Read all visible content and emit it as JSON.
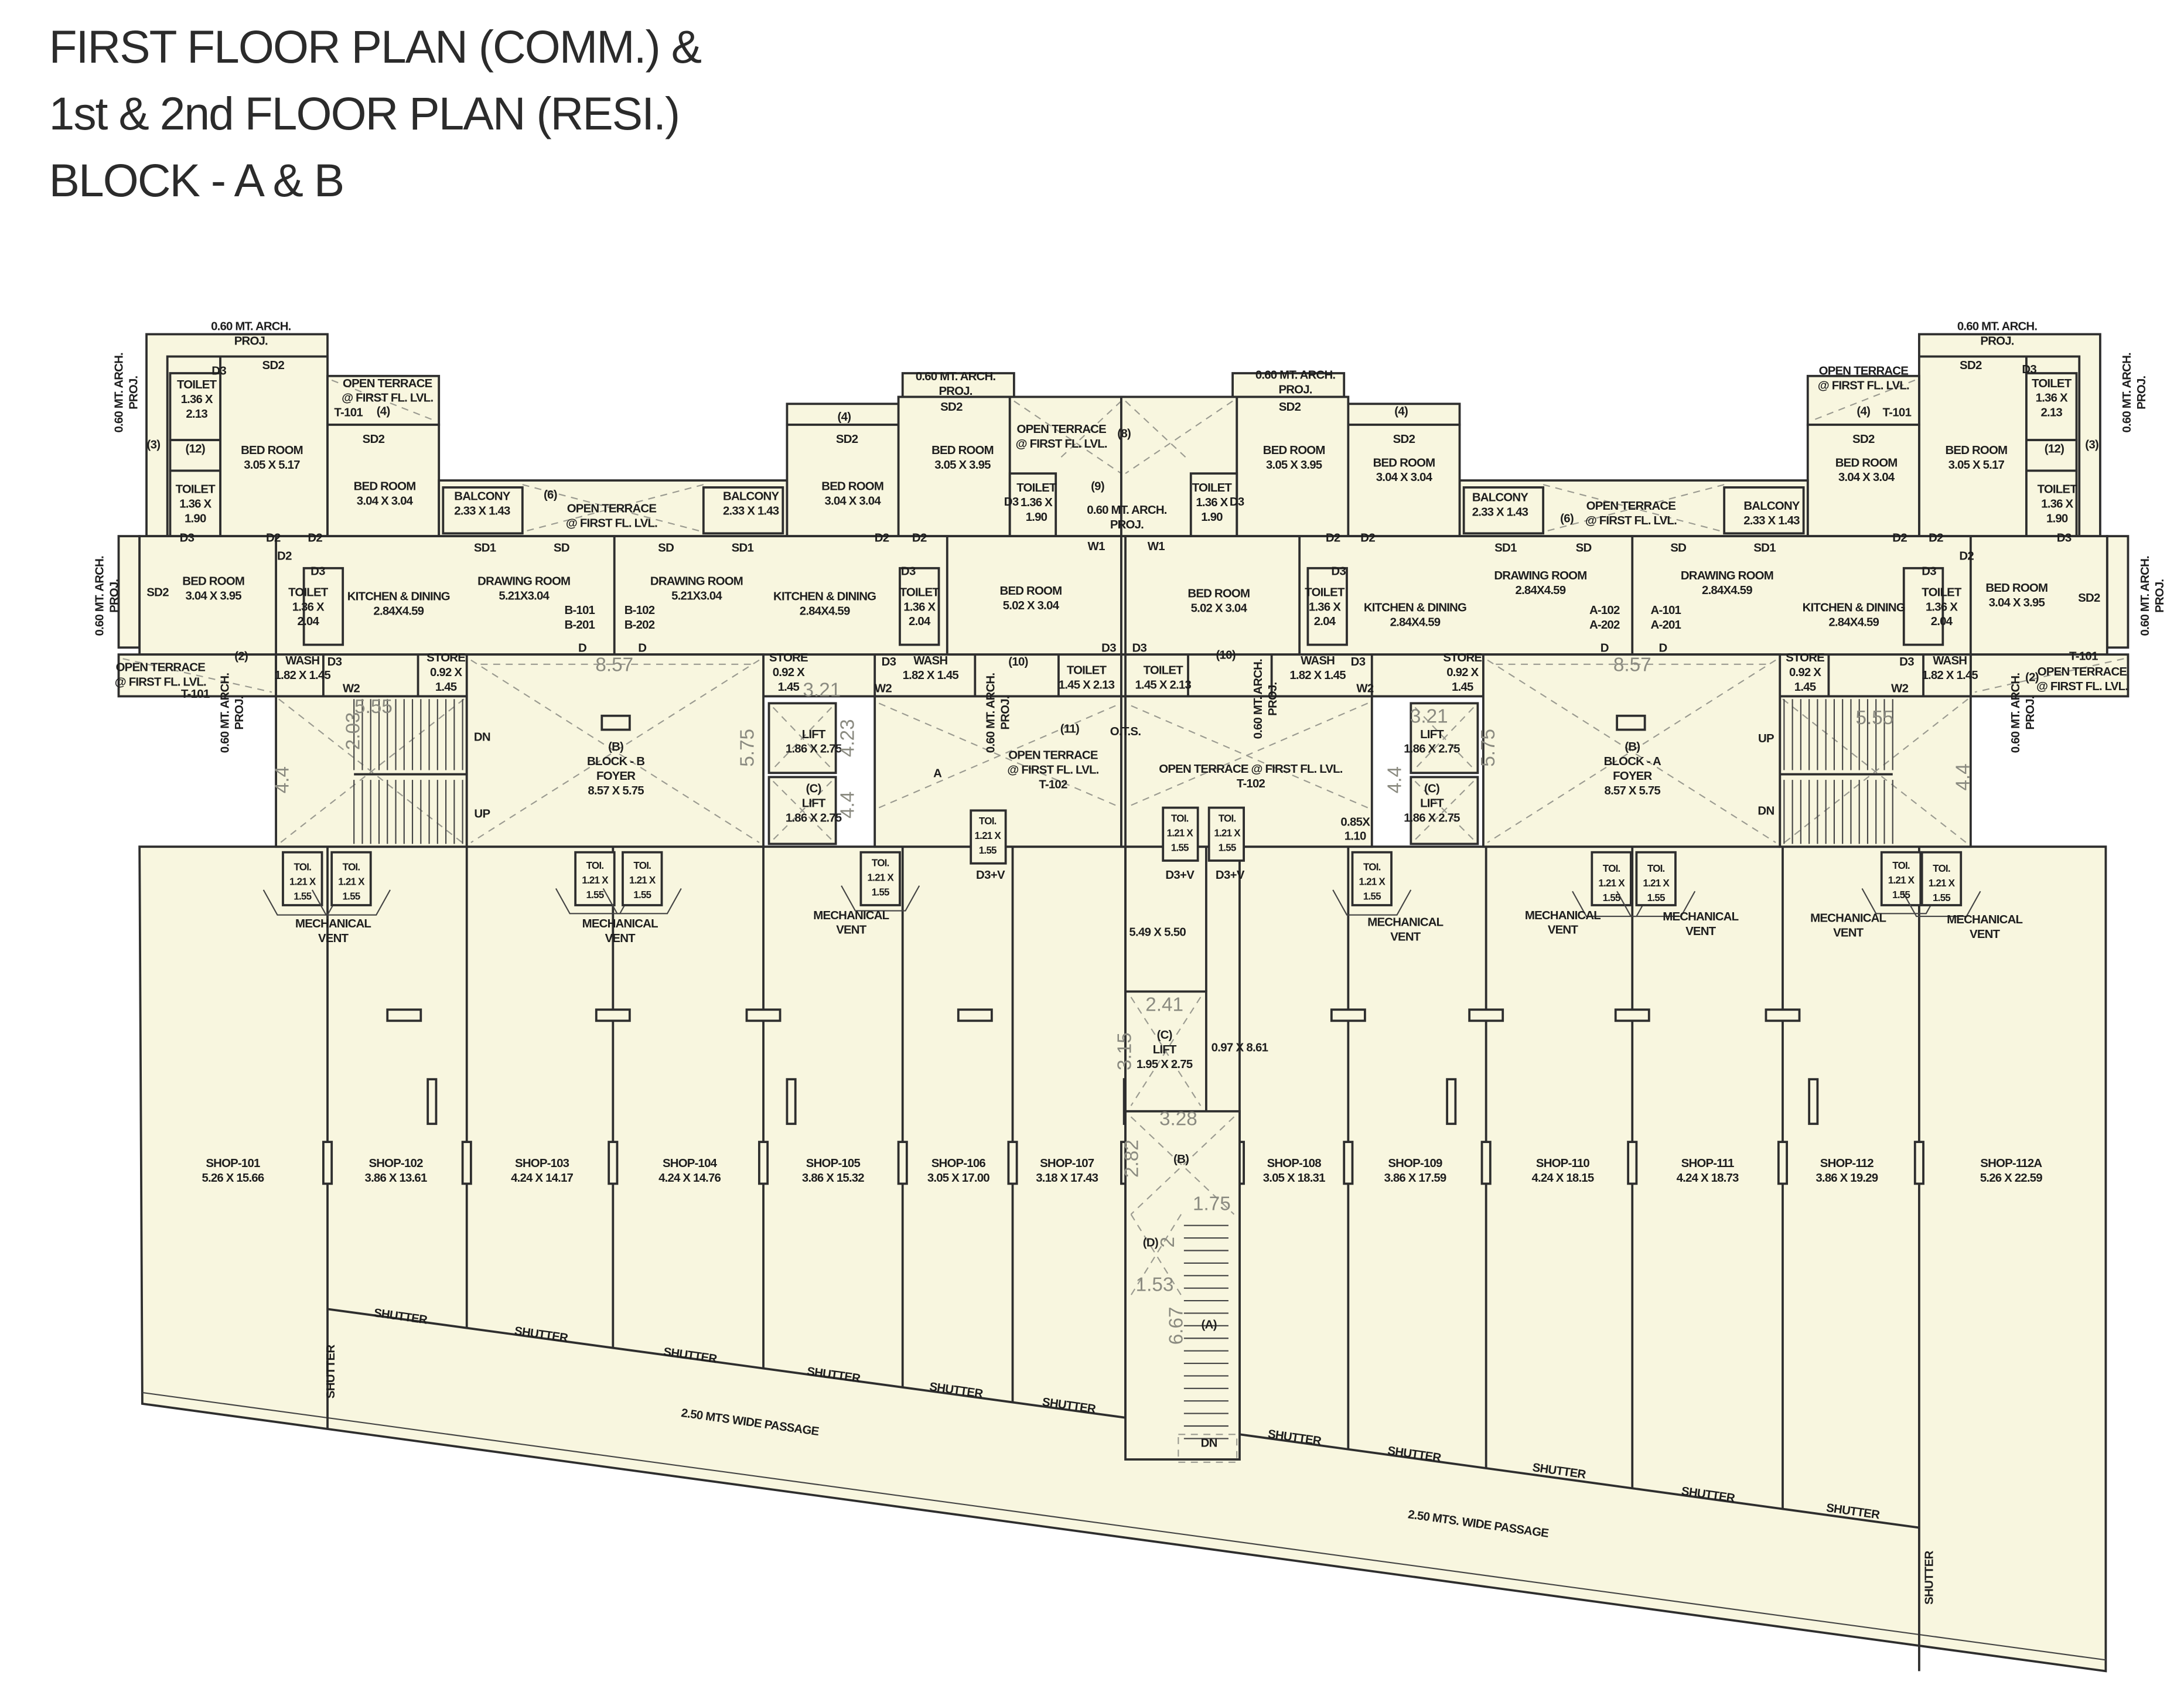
{
  "title": {
    "line1": "FIRST FLOOR PLAN (COMM.) &",
    "line2": "1st & 2nd FLOOR PLAN (RESI.)",
    "line3": "BLOCK - A & B"
  },
  "colors": {
    "plan_fill": "#f8f6df",
    "wall": "#2e2e2e",
    "dimension": "#8a8a80"
  },
  "block_b": {
    "arch_top": {
      "lines": [
        "0.60 MT. ARCH.",
        "PROJ."
      ]
    },
    "arch_left": {
      "lines": [
        "0.60 MT. ARCH.",
        "PROJ."
      ]
    },
    "arch_left2": {
      "lines": [
        "0.60 MT. ARCH.",
        "PROJ."
      ]
    },
    "arch_bottom": {
      "lines": [
        "0.60 MT. ARCH.",
        "PROJ."
      ]
    },
    "arch_mid": {
      "lines": [
        "0.60 MT. ARCH.",
        "PROJ."
      ]
    },
    "arch_top2": {
      "lines": [
        "0.60 MT. ARCH.",
        "PROJ."
      ]
    },
    "arch_center": {
      "lines": [
        "0.60 MT. ARCH.",
        "PROJ."
      ]
    },
    "bed_room_1": {
      "lines": [
        "BED ROOM",
        "3.05 X 5.17"
      ]
    },
    "toilet_1": {
      "lines": [
        "TOILET",
        "1.36 X",
        "2.13"
      ]
    },
    "toilet_2": {
      "lines": [
        "TOILET",
        "1.36 X",
        "1.90"
      ]
    },
    "terrace_1": {
      "lines": [
        "OPEN TERRACE",
        "@ FIRST FL. LVL."
      ]
    },
    "bed_room_2": {
      "lines": [
        "BED ROOM",
        "3.04 X 3.04"
      ]
    },
    "balcony_1": {
      "lines": [
        "BALCONY",
        "2.33 X 1.43"
      ]
    },
    "terrace_2": {
      "lines": [
        "OPEN TERRACE",
        "@ FIRST FL. LVL."
      ]
    },
    "balcony_2": {
      "lines": [
        "BALCONY",
        "2.33 X 1.43"
      ]
    },
    "bed_room_3": {
      "lines": [
        "BED ROOM",
        "3.04 X 3.04"
      ]
    },
    "bed_room_4": {
      "lines": [
        "BED ROOM",
        "3.05 X 3.95"
      ]
    },
    "terrace_3": {
      "lines": [
        "OPEN TERRACE",
        "@ FIRST FL. LVL."
      ]
    },
    "toilet_3": {
      "lines": [
        "TOILET",
        "1.36 X",
        "1.90"
      ]
    },
    "bed_room_5": {
      "lines": [
        "BED ROOM",
        "3.04 X 3.95"
      ]
    },
    "toilet_4": {
      "lines": [
        "TOILET",
        "1.36 X",
        "2.04"
      ]
    },
    "kitchen_1": {
      "lines": [
        "KITCHEN & DINING",
        "2.84X4.59"
      ]
    },
    "drawing_1": {
      "lines": [
        "DRAWING ROOM",
        "5.21X3.04"
      ]
    },
    "unit_1": {
      "lines": [
        "B-101",
        "B-201"
      ]
    },
    "unit_2": {
      "lines": [
        "B-102",
        "B-202"
      ]
    },
    "drawing_2": {
      "lines": [
        "DRAWING ROOM",
        "5.21X3.04"
      ]
    },
    "kitchen_2": {
      "lines": [
        "KITCHEN & DINING",
        "2.84X4.59"
      ]
    },
    "toilet_5": {
      "lines": [
        "TOILET",
        "1.36 X",
        "2.04"
      ]
    },
    "bed_room_6": {
      "lines": [
        "BED ROOM",
        "5.02 X 3.04"
      ]
    },
    "terrace_4": {
      "lines": [
        "OPEN TERRACE",
        "@ FIRST FL. LVL."
      ]
    },
    "wash_1": {
      "lines": [
        "WASH",
        "1.82 X 1.45"
      ]
    },
    "store_1": {
      "lines": [
        "STORE",
        "0.92 X",
        "1.45"
      ]
    },
    "store_2": {
      "lines": [
        "STORE",
        "0.92 X",
        "1.45"
      ]
    },
    "wash_2": {
      "lines": [
        "WASH",
        "1.82 X 1.45"
      ]
    },
    "toilet_6": {
      "lines": [
        "TOILET",
        "1.45 X 2.13"
      ]
    },
    "foyer": {
      "lines": [
        "(B)",
        "BLOCK - B",
        "FOYER",
        "8.57 X 5.75"
      ]
    },
    "lift_1": {
      "lines": [
        "LIFT",
        "1.86 X 2.75"
      ]
    },
    "lift_2": {
      "lines": [
        "(C)",
        "LIFT",
        "1.86 X 2.75"
      ]
    },
    "terrace_5": {
      "lines": [
        "OPEN TERRACE",
        "@ FIRST FL. LVL.",
        "T-102"
      ]
    },
    "tags": [
      "SD2",
      "D3",
      "(3)",
      "(12)",
      "T-101",
      "(4)",
      "SD2",
      "(6)",
      "(4)",
      "SD2",
      "SD2",
      "(8)",
      "(9)",
      "D3",
      "D3",
      "D2",
      "D2",
      "SD1",
      "SD",
      "SD",
      "SD1",
      "D2",
      "D2",
      "W1",
      "D2",
      "SD2",
      "D3",
      "D3",
      "D",
      "D",
      "T-101",
      "(2)",
      "D3",
      "W2",
      "D3",
      "W2",
      "(10)",
      "D3",
      "DN",
      "UP",
      "(11)",
      "O.T.S.",
      "A"
    ],
    "dims": [
      "8.57",
      "5.55",
      "2.03",
      "4.4",
      "3.21",
      "5.75",
      "4.23",
      "4.4"
    ]
  },
  "block_a": {
    "arch_top": {
      "lines": [
        "0.60 MT. ARCH.",
        "PROJ."
      ]
    },
    "arch_right": {
      "lines": [
        "0.60 MT. ARCH.",
        "PROJ."
      ]
    },
    "arch_right2": {
      "lines": [
        "0.60 MT. ARCH.",
        "PROJ."
      ]
    },
    "arch_bottom": {
      "lines": [
        "0.60 MT. ARCH.",
        "PROJ."
      ]
    },
    "arch_mid": {
      "lines": [
        "0.60 MT. ARCH.",
        "PROJ."
      ]
    },
    "arch_top2": {
      "lines": [
        "0.60 MT. ARCH.",
        "PROJ."
      ]
    },
    "bed_room_1": {
      "lines": [
        "BED ROOM",
        "3.05 X 5.17"
      ]
    },
    "toilet_1": {
      "lines": [
        "TOILET",
        "1.36 X",
        "2.13"
      ]
    },
    "toilet_2": {
      "lines": [
        "TOILET",
        "1.36 X",
        "1.90"
      ]
    },
    "terrace_1": {
      "lines": [
        "OPEN TERRACE",
        "@ FIRST FL. LVL."
      ]
    },
    "bed_room_2": {
      "lines": [
        "BED ROOM",
        "3.04 X 3.04"
      ]
    },
    "balcony_1": {
      "lines": [
        "BALCONY",
        "2.33 X 1.43"
      ]
    },
    "terrace_2": {
      "lines": [
        "OPEN TERRACE",
        "@ FIRST FL. LVL."
      ]
    },
    "balcony_2": {
      "lines": [
        "BALCONY",
        "2.33 X 1.43"
      ]
    },
    "bed_room_3": {
      "lines": [
        "BED ROOM",
        "3.04 X 3.04"
      ]
    },
    "bed_room_4": {
      "lines": [
        "BED ROOM",
        "3.05 X 3.95"
      ]
    },
    "toilet_3": {
      "lines": [
        "TOILET",
        "1.36 X",
        "1.90"
      ]
    },
    "bed_room_5": {
      "lines": [
        "BED ROOM",
        "3.04 X 3.95"
      ]
    },
    "toilet_4": {
      "lines": [
        "TOILET",
        "1.36 X",
        "2.04"
      ]
    },
    "kitchen_1": {
      "lines": [
        "KITCHEN & DINING",
        "2.84X4.59"
      ]
    },
    "drawing_1": {
      "lines": [
        "DRAWING ROOM",
        "2.84X4.59"
      ]
    },
    "unit_1": {
      "lines": [
        "A-101",
        "A-201"
      ]
    },
    "unit_2": {
      "lines": [
        "A-102",
        "A-202"
      ]
    },
    "drawing_2": {
      "lines": [
        "DRAWING ROOM",
        "2.84X4.59"
      ]
    },
    "kitchen_2": {
      "lines": [
        "KITCHEN & DINING",
        "2.84X4.59"
      ]
    },
    "toilet_5": {
      "lines": [
        "TOILET",
        "1.36 X",
        "2.04"
      ]
    },
    "bed_room_6": {
      "lines": [
        "BED ROOM",
        "5.02 X 3.04"
      ]
    },
    "terrace_4": {
      "lines": [
        "OPEN TERRACE",
        "@ FIRST FL. LVL."
      ]
    },
    "wash_1": {
      "lines": [
        "WASH",
        "1.82 X 1.45"
      ]
    },
    "store_1": {
      "lines": [
        "STORE",
        "0.92 X",
        "1.45"
      ]
    },
    "store_2": {
      "lines": [
        "STORE",
        "0.92 X",
        "1.45"
      ]
    },
    "wash_2": {
      "lines": [
        "WASH",
        "1.82 X 1.45"
      ]
    },
    "toilet_6": {
      "lines": [
        "TOILET",
        "1.45 X 2.13"
      ]
    },
    "foyer": {
      "lines": [
        "(B)",
        "BLOCK - A",
        "FOYER",
        "8.57 X 5.75"
      ]
    },
    "lift_1": {
      "lines": [
        "LIFT",
        "1.86 X 2.75"
      ]
    },
    "lift_2": {
      "lines": [
        "(C)",
        "LIFT",
        "1.86 X 2.75"
      ]
    },
    "terrace_5": {
      "lines": [
        "OPEN TERRACE @ FIRST FL. LVL.",
        "T-102"
      ]
    },
    "tags": [
      "SD2",
      "D3",
      "(3)",
      "(12)",
      "(4)",
      "T-101",
      "SD2",
      "(6)",
      "(4)",
      "SD2",
      "SD2",
      "D3",
      "W1",
      "D2",
      "D2",
      "SD1",
      "SD",
      "SD",
      "SD1",
      "D2",
      "D2",
      "D3",
      "D2",
      "SD2",
      "D3",
      "D3",
      "D",
      "D",
      "D3",
      "(10)",
      "D3",
      "W2",
      "D3",
      "W2",
      "T-101",
      "(2)",
      "UP",
      "DN",
      "0.85X",
      "1.10"
    ],
    "dims": [
      "8.57",
      "3.21",
      "5.75",
      "4.4",
      "5.55",
      "4.4"
    ]
  },
  "commercial": {
    "shops": [
      {
        "lines": [
          "SHOP-101",
          "5.26 X 15.66"
        ]
      },
      {
        "lines": [
          "SHOP-102",
          "3.86 X 13.61"
        ]
      },
      {
        "lines": [
          "SHOP-103",
          "4.24 X 14.17"
        ]
      },
      {
        "lines": [
          "SHOP-104",
          "4.24 X 14.76"
        ]
      },
      {
        "lines": [
          "SHOP-105",
          "3.86 X 15.32"
        ]
      },
      {
        "lines": [
          "SHOP-106",
          "3.05 X 17.00"
        ]
      },
      {
        "lines": [
          "SHOP-107",
          "3.18 X 17.43"
        ]
      },
      {
        "lines": [
          "SHOP-108",
          "3.05 X 18.31"
        ]
      },
      {
        "lines": [
          "SHOP-109",
          "3.86 X 17.59"
        ]
      },
      {
        "lines": [
          "SHOP-110",
          "4.24 X 18.15"
        ]
      },
      {
        "lines": [
          "SHOP-111",
          "4.24 X 18.73"
        ]
      },
      {
        "lines": [
          "SHOP-112",
          "3.86 X 19.29"
        ]
      },
      {
        "lines": [
          "SHOP-112A",
          "5.26 X 22.59"
        ]
      }
    ],
    "mechanical_vents": [
      {
        "lines": [
          "MECHANICAL",
          "VENT"
        ]
      },
      {
        "lines": [
          "MECHANICAL",
          "VENT"
        ]
      },
      {
        "lines": [
          "MECHANICAL",
          "VENT"
        ]
      },
      {
        "lines": [
          "MECHANICAL",
          "VENT"
        ]
      },
      {
        "lines": [
          "MECHANICAL",
          "VENT"
        ]
      },
      {
        "lines": [
          "MECHANICAL",
          "VENT"
        ]
      },
      {
        "lines": [
          "MECHANICAL",
          "VENT"
        ]
      },
      {
        "lines": [
          "MECHANICAL",
          "VENT"
        ]
      }
    ],
    "toilets": [
      {
        "lines": [
          "TOI.",
          "1.21 X",
          "1.55"
        ]
      },
      {
        "lines": [
          "TOI.",
          "1.21 X",
          "1.55"
        ]
      },
      {
        "lines": [
          "TOI.",
          "1.21 X",
          "1.55"
        ]
      },
      {
        "lines": [
          "TOI.",
          "1.21 X",
          "1.55"
        ]
      },
      {
        "lines": [
          "TOI.",
          "1.21 X",
          "1.55"
        ]
      },
      {
        "lines": [
          "TOI.",
          "1.21 X",
          "1.55"
        ]
      },
      {
        "lines": [
          "TOI.",
          "1.21 X",
          "1.55"
        ]
      },
      {
        "lines": [
          "TOI.",
          "1.21 X",
          "1.55"
        ]
      },
      {
        "lines": [
          "TOI.",
          "1.21 X",
          "1.55"
        ]
      },
      {
        "lines": [
          "TOI.",
          "1.21 X",
          "1.55"
        ]
      },
      {
        "lines": [
          "TOI.",
          "1.21 X",
          "1.55"
        ]
      },
      {
        "lines": [
          "TOI.",
          "1.21 X",
          "1.55"
        ]
      },
      {
        "lines": [
          "TOI.",
          "1.21 X",
          "1.55"
        ]
      }
    ],
    "tags": [
      "D3+V",
      "D3+V",
      "D3+V",
      "5.49 X 5.50",
      "0.97 X 8.61",
      "(B)",
      "(D)",
      "(A)",
      "DN"
    ],
    "core_lift": {
      "lines": [
        "(C)",
        "LIFT",
        "1.95 X 2.75"
      ]
    },
    "dims": [
      "2.41",
      "3.15",
      "3.28",
      "2.82",
      "1.75",
      "1.53",
      "6.67",
      "2"
    ],
    "shutters": [
      "SHUTTER",
      "SHUTTER",
      "SHUTTER",
      "SHUTTER",
      "SHUTTER",
      "SHUTTER",
      "SHUTTER",
      "SHUTTER",
      "SHUTTER",
      "SHUTTER",
      "SHUTTER",
      "SHUTTER",
      "SHUTTER"
    ],
    "passage_left": "2.50 MTS WIDE PASSAGE",
    "passage_right": "2.50 MTS. WIDE PASSAGE"
  }
}
